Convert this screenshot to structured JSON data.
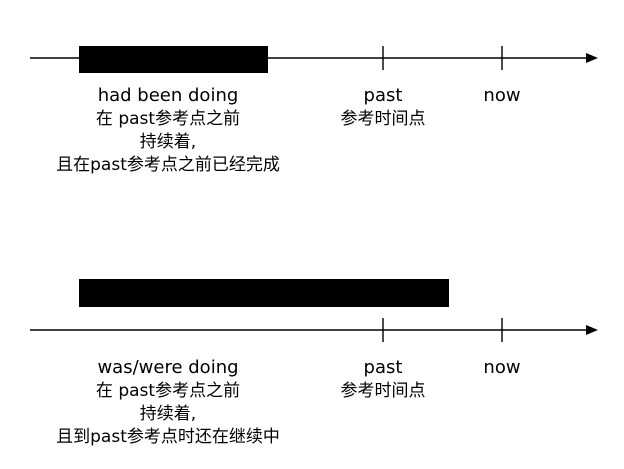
{
  "diagram_data": {
    "type": "timeline",
    "timelines": [
      {
        "id": "past-perfect-continuous",
        "markers": [
          {
            "id": "past",
            "label": "past",
            "sublabel": "参考时间点"
          },
          {
            "id": "now",
            "label": "now",
            "sublabel": ""
          }
        ],
        "bar_color": "#000000",
        "caption": [
          "had been doing",
          "在 past参考点之前",
          "持续着,",
          "且在past参考点之前已经完成"
        ]
      },
      {
        "id": "past-continuous",
        "markers": [
          {
            "id": "past",
            "label": "past",
            "sublabel": "参考时间点"
          },
          {
            "id": "now",
            "label": "now",
            "sublabel": ""
          }
        ],
        "bar_color": "#000000",
        "caption": [
          "was/were doing",
          "在 past参考点之前",
          "持续着,",
          "且到past参考点时还在继续中"
        ]
      }
    ]
  }
}
